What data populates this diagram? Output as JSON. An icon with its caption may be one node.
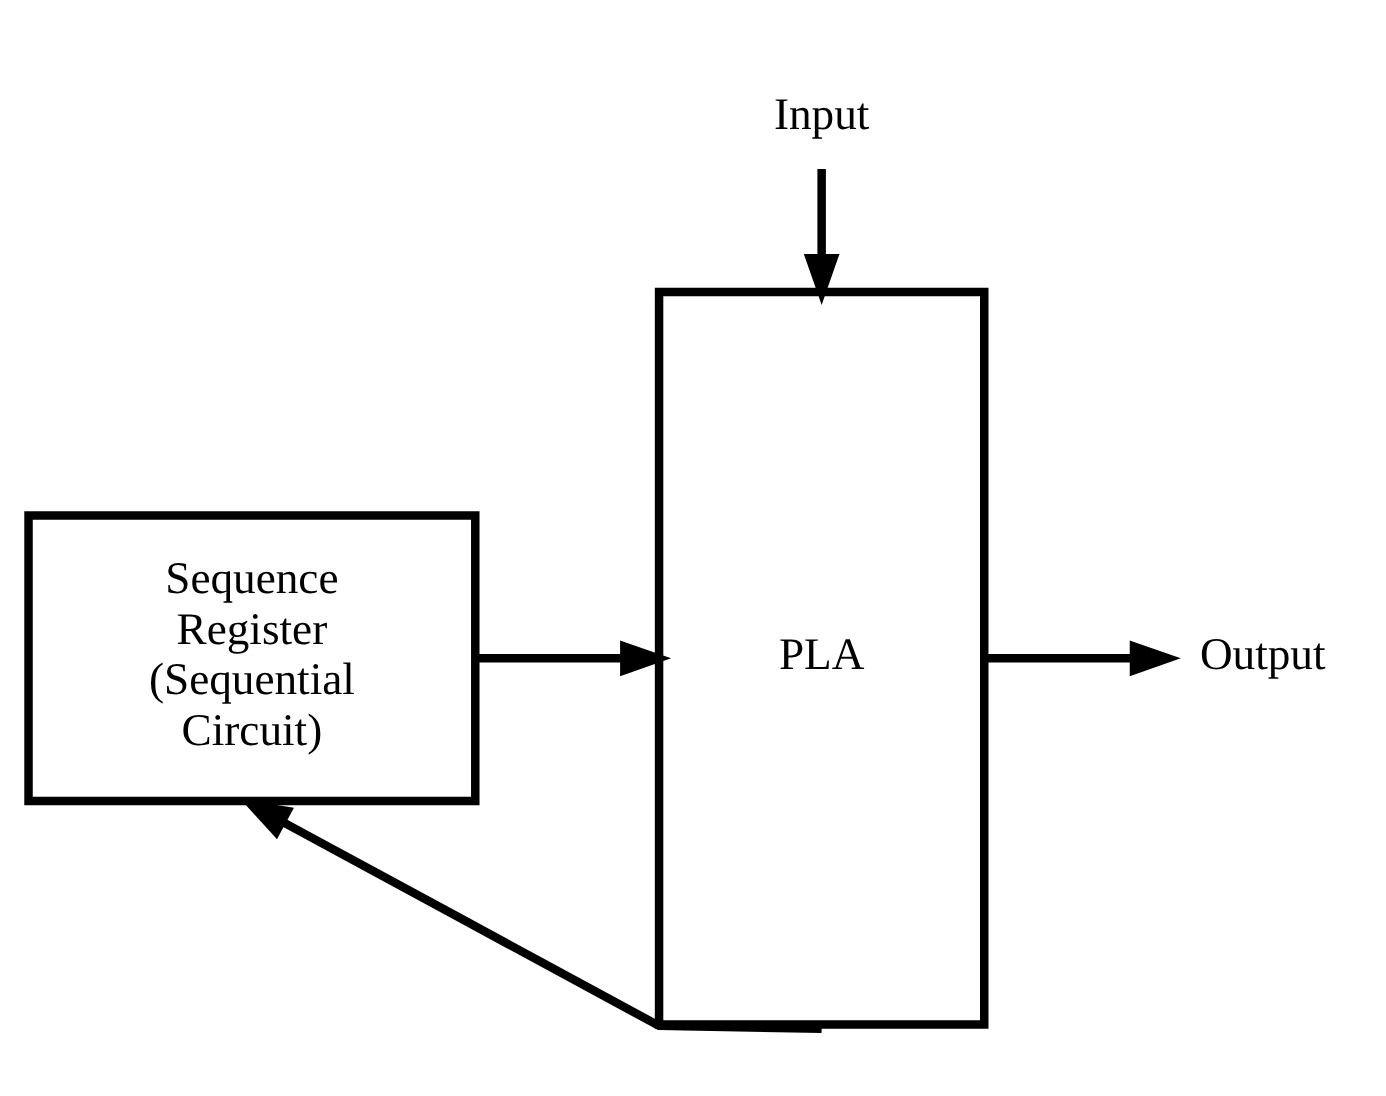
{
  "diagram": {
    "nodes": [
      {
        "text": [
          "Input"
        ]
      },
      {
        "text": [
          "PLA"
        ]
      },
      {
        "text": [
          "Sequence Register (Sequential Circuit)"
        ]
      },
      {
        "text": [
          "Output"
        ]
      }
    ],
    "edges": [
      {
        "from": 0,
        "to": 1,
        "arrow": "to"
      },
      {
        "from": 2,
        "to": 1,
        "arrow": "to"
      },
      {
        "from": 1,
        "to": 3,
        "arrow": "to"
      },
      {
        "from": 1,
        "to": 2,
        "arrow": "to"
      }
    ]
  }
}
